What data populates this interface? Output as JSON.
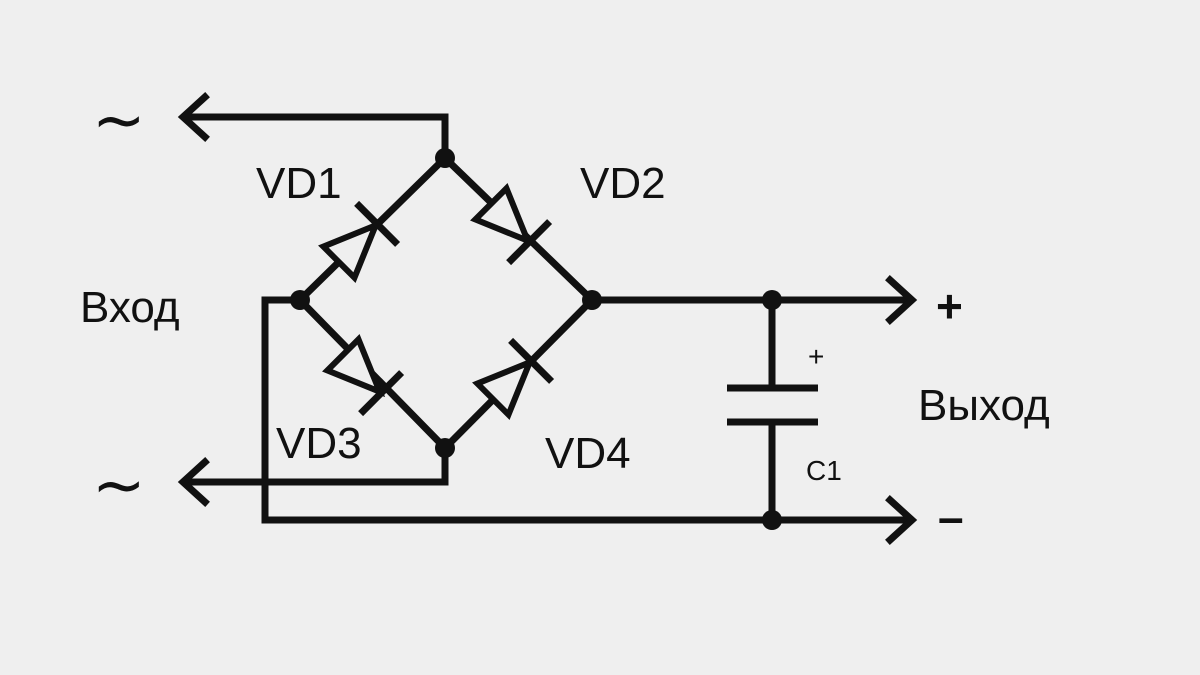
{
  "diagram": {
    "input_label": "Вход",
    "output_label": "Выход",
    "ac_symbol_top": "~",
    "ac_symbol_bottom": "~",
    "output_plus": "+",
    "output_minus": "–",
    "capacitor_plus": "+",
    "components": {
      "vd1": "VD1",
      "vd2": "VD2",
      "vd3": "VD3",
      "vd4": "VD4",
      "c1": "C1"
    }
  },
  "colors": {
    "background": "#efefef",
    "wire": "#111111"
  }
}
